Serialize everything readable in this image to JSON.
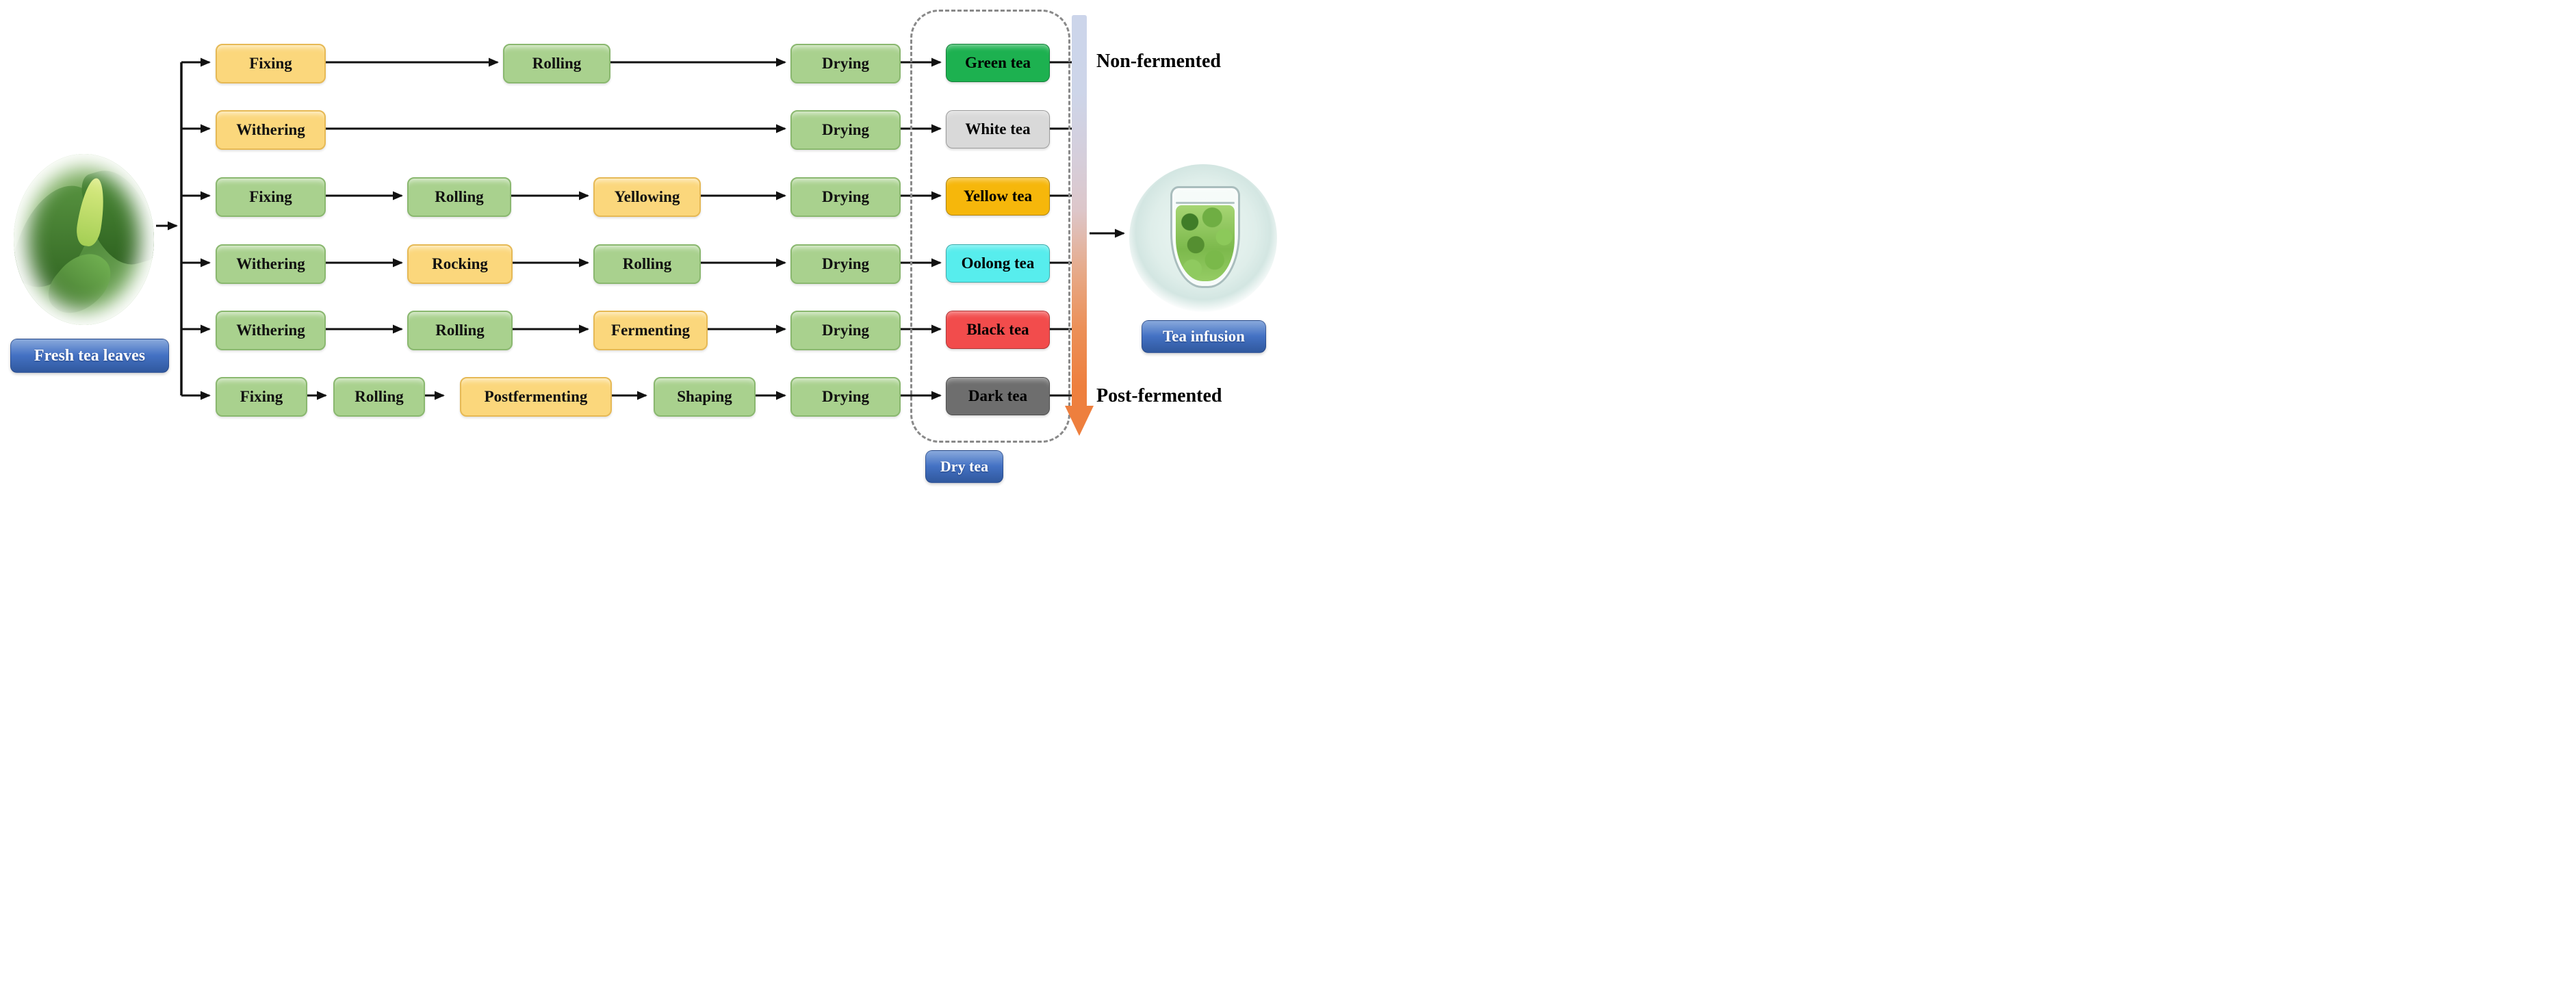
{
  "figure": {
    "source_label": "Fresh tea leaves",
    "output_label": "Tea infusion",
    "dry_tea_label": "Dry tea",
    "fermentation_scale": {
      "top_label": "Non-fermented",
      "bottom_label": "Post-fermented"
    }
  },
  "rows": [
    {
      "tea": {
        "label": "Green tea",
        "color_key": "tea_green"
      },
      "steps": [
        {
          "label": "Fixing",
          "key_step": true
        },
        {
          "label": "Rolling",
          "key_step": false
        },
        {
          "label": "Drying",
          "key_step": false
        }
      ]
    },
    {
      "tea": {
        "label": "White tea",
        "color_key": "tea_white"
      },
      "steps": [
        {
          "label": "Withering",
          "key_step": true
        },
        {
          "label": "Drying",
          "key_step": false
        }
      ]
    },
    {
      "tea": {
        "label": "Yellow tea",
        "color_key": "tea_yellow"
      },
      "steps": [
        {
          "label": "Fixing",
          "key_step": false
        },
        {
          "label": "Rolling",
          "key_step": false
        },
        {
          "label": "Yellowing",
          "key_step": true
        },
        {
          "label": "Drying",
          "key_step": false
        }
      ]
    },
    {
      "tea": {
        "label": "Oolong tea",
        "color_key": "tea_oolong"
      },
      "steps": [
        {
          "label": "Withering",
          "key_step": false
        },
        {
          "label": "Rocking",
          "key_step": true
        },
        {
          "label": "Rolling",
          "key_step": false
        },
        {
          "label": "Drying",
          "key_step": false
        }
      ]
    },
    {
      "tea": {
        "label": "Black tea",
        "color_key": "tea_black"
      },
      "steps": [
        {
          "label": "Withering",
          "key_step": false
        },
        {
          "label": "Rolling",
          "key_step": false
        },
        {
          "label": "Fermenting",
          "key_step": true
        },
        {
          "label": "Drying",
          "key_step": false
        }
      ]
    },
    {
      "tea": {
        "label": "Dark tea",
        "color_key": "tea_dark"
      },
      "steps": [
        {
          "label": "Fixing",
          "key_step": false
        },
        {
          "label": "Rolling",
          "key_step": false
        },
        {
          "label": "Postfermenting",
          "key_step": true
        },
        {
          "label": "Shaping",
          "key_step": false
        },
        {
          "label": "Drying",
          "key_step": false
        }
      ]
    }
  ],
  "colors": {
    "process_green": "#a9d18e",
    "process_green_border": "#8ab86f",
    "process_yellow": "#fbd77c",
    "process_yellow_border": "#e6b955",
    "tea_green": "#1db150",
    "tea_white": "#d9d9d9",
    "tea_yellow": "#f6b70b",
    "tea_oolong": "#57eded",
    "tea_black": "#f24c4c",
    "tea_dark": "#6e6e6e",
    "label_blue_top": "#89a9dc",
    "label_blue": "#4472c4",
    "label_blue_dark": "#30589e",
    "dashed_border": "#898989",
    "connector": "#111111",
    "gradient_top": "#ccd5ea",
    "gradient_mid": "#ddc6c9",
    "gradient_bottom": "#ee7f3e"
  }
}
